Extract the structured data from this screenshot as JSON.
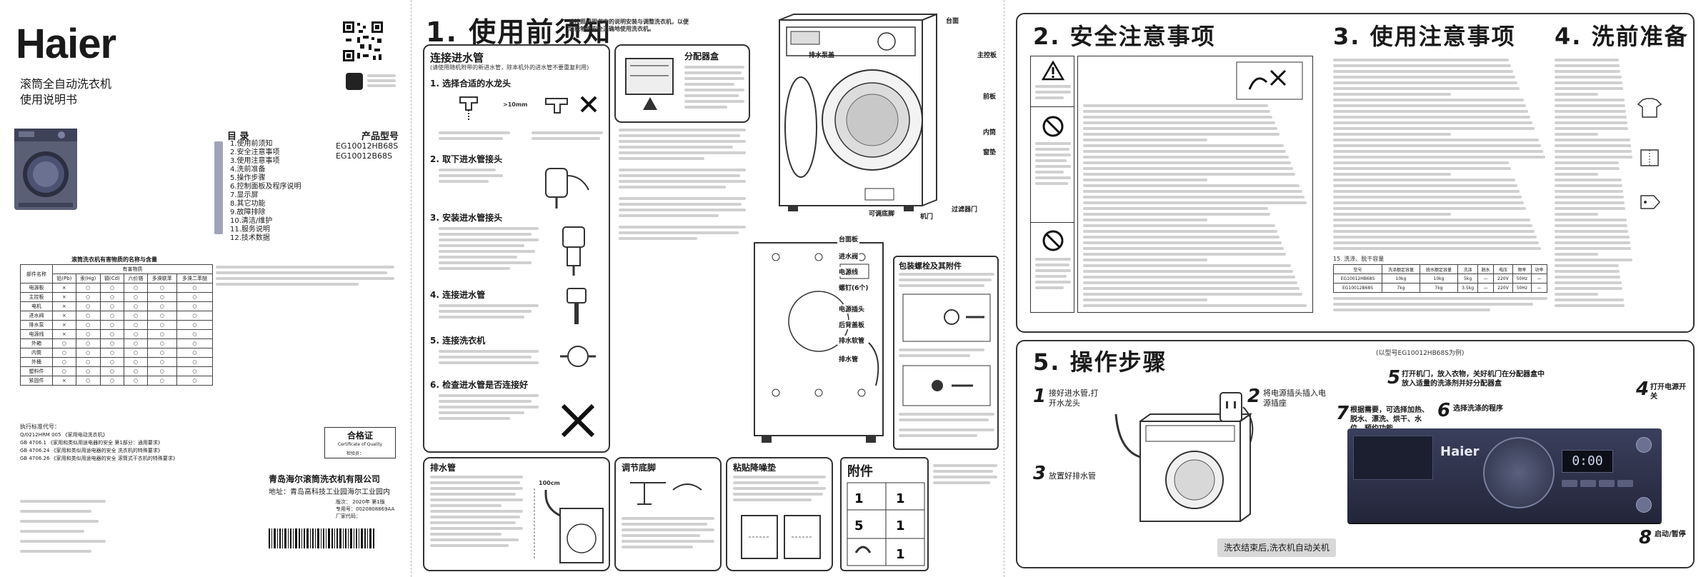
{
  "cover": {
    "brand": "Haier",
    "product_name": "滚筒全自动洗衣机",
    "manual_label": "使用说明书",
    "model_label": "产品型号",
    "models": [
      "EG10012HB68S",
      "EG10012B68S"
    ],
    "toc_title": "目 录",
    "toc": [
      "1.使用前须知",
      "2.安全注意事项",
      "3.使用注意事项",
      "4.洗前准备",
      "5.操作步骤",
      "6.控制面板及程序说明",
      "7.显示屏",
      "8.其它功能",
      "9.故障排除",
      "10.清洁/维护",
      "11.服务说明",
      "12.技术数据"
    ],
    "hazard_table_title": "滚筒洗衣机有害物质的名称与含量",
    "cert_title": "合格证",
    "cert_sub": "Certificate of Quality",
    "cert_inspector": "检验员：",
    "company": "青岛海尔滚筒洗衣机有限公司",
    "address": "地址：青岛高科技工业园海尔工业园内",
    "edition": "版次： 2020年 第1版",
    "doc_number": "专用号：0020808869AA",
    "factory_code": "厂家代码：",
    "standards_title": "执行标准代号：",
    "standards": [
      "Q/0212HRM 005 《家用电动洗衣机》",
      "GB 4706.1 《家用和类似用途电器的安全 第1部分：通用要求》",
      "GB 4706.24 《家用和类似用途电器的安全 洗衣机的特殊要求》",
      "GB 4706.26 《家用和类似用途电器的安全 滚筒式干衣机的特殊要求》"
    ]
  },
  "section1": {
    "title": "1. 使用前须知",
    "intro": "请按照说明书中的说明安装与调整洗衣机，以便您能够更安全正确地使用洗衣机。",
    "connect_title": "连接进水管",
    "connect_sub": "(请使用随机附带的新进水管，除本机外的进水管不要重复利用)",
    "steps": [
      "1. 选择合适的水龙头",
      "2. 取下进水管接头",
      "3. 安装进水管接头",
      "4. 连接进水管",
      "5. 连接洗衣机",
      "6. 检查进水管是否连接好"
    ],
    "tap_dim": ">10mm",
    "detergent_box_title": "分配器盒",
    "drain_title": "排水管",
    "adjust_title": "调节底脚",
    "film_title": "粘贴降噪垫",
    "pack_title": "包装螺栓及其附件",
    "accessory_title": "附件",
    "parts_top": [
      "台面",
      "主控板",
      "前板",
      "内筒",
      "窗垫",
      "排水泵盖",
      "过滤器门",
      "可调底脚",
      "机门"
    ],
    "parts_back": [
      "台面板",
      "进水阀",
      "电源线",
      "螺钉(6个)",
      "电源插头",
      "后背盖板",
      "排水软管",
      "排水管"
    ],
    "drain_height": "100cm"
  },
  "section2": {
    "title": "2. 安全注意事项"
  },
  "section3": {
    "title": "3. 使用注意事项",
    "table_title": "15. 洗涤、脱干容量"
  },
  "section4": {
    "title": "4. 洗前准备"
  },
  "section5": {
    "title": "5. 操作步骤",
    "model_note": "(以型号EG10012HB68S为例)",
    "step1": "接好进水管,打开水龙头",
    "step2": "将电源插头插入电源插座",
    "step3": "放置好排水管",
    "step5": "打开机门，放入衣物，关好机门在分配器盒中放入适量的洗涤剂并好分配器盒",
    "step6": "选择洗涤的程序",
    "step7": "根据需要，可选择加热、脱水、漂洗、烘干、水位、预约功能",
    "step4": "打开电源开关",
    "step8": "启动/暂停",
    "finish": "洗衣结束后,洗衣机自动关机",
    "panel_brand": "Haier",
    "panel_display": "0:00"
  },
  "icons": [
    "qr-code-icon",
    "warning-triangle-icon",
    "prohibit-icon",
    "hand-pointer-icon",
    "washer-icon"
  ],
  "colors": {
    "text": "#1a1a1a",
    "panel_navy": "#2b2f4a",
    "accent_gray": "#9a9fb8"
  }
}
